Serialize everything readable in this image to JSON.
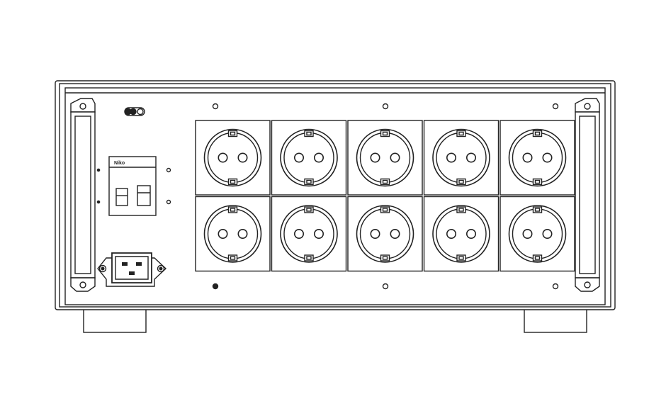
{
  "breaker": {
    "brand_label": "Niko"
  },
  "socket_panel": {
    "rows": 2,
    "columns": 5,
    "socket_type": "schuko-socket"
  },
  "inlet": {
    "type": "iec-c20-inlet"
  },
  "colors": {
    "line": "#222222",
    "fill": "#ffffff",
    "shade": "#dddddd"
  }
}
